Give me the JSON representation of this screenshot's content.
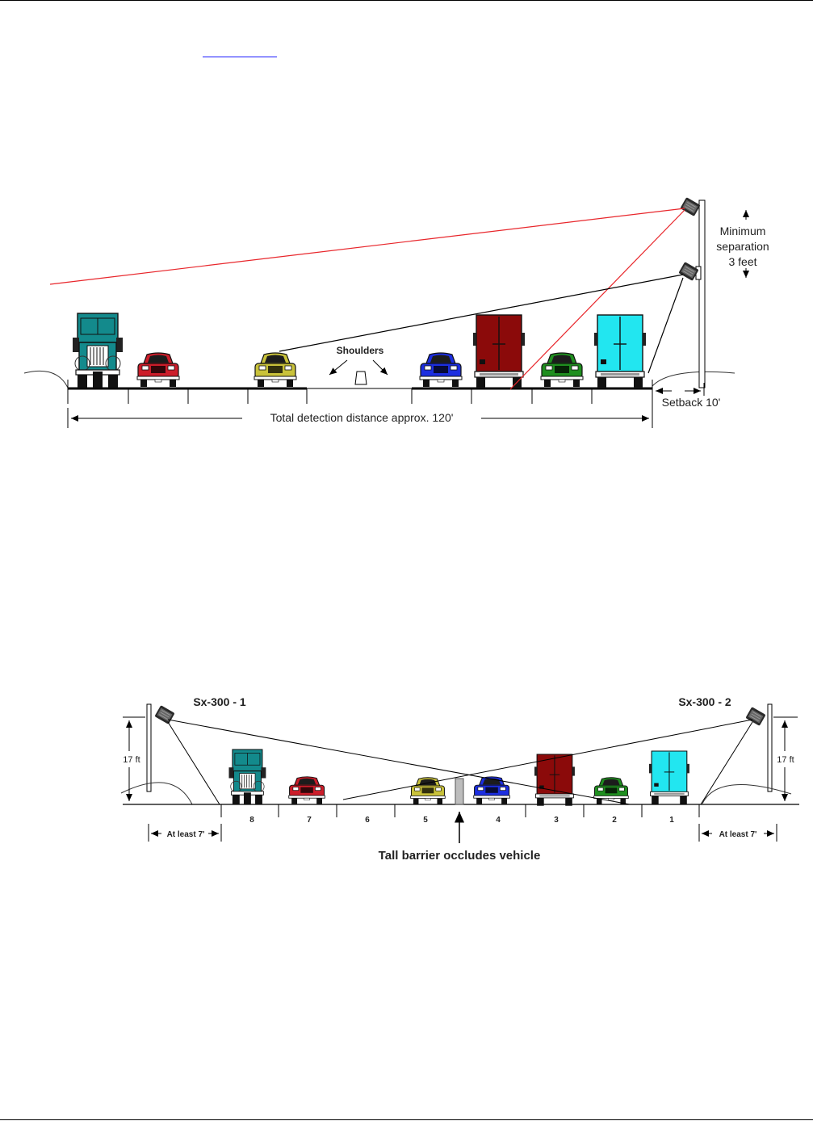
{
  "figure1": {
    "separation_lines": [
      "Minimum",
      "separation",
      "3 feet"
    ],
    "shoulders": "Shoulders",
    "setback": "Setback 10'",
    "total_distance": "Total detection distance approx. 120'"
  },
  "figure2": {
    "sensor_left": "Sx-300 - 1",
    "sensor_right": "Sx-300 - 2",
    "height_left": "17 ft",
    "height_right": "17 ft",
    "clearance_left": "At least 7'",
    "clearance_right": "At least 7'",
    "lane_numbers": [
      "8",
      "7",
      "6",
      "5",
      "4",
      "3",
      "2",
      "1"
    ],
    "barrier_caption": "Tall barrier occludes vehicle"
  },
  "colors": {
    "beam_red": "#e8262b",
    "truck_teal": "#138a8c",
    "truck_cyan": "#22e6f0",
    "truck_maroon": "#8b0a0a",
    "car_red": "#cc1d2a",
    "car_yellow": "#c9c23a",
    "car_blue": "#1c2ee0",
    "car_green": "#1f8f1f"
  }
}
